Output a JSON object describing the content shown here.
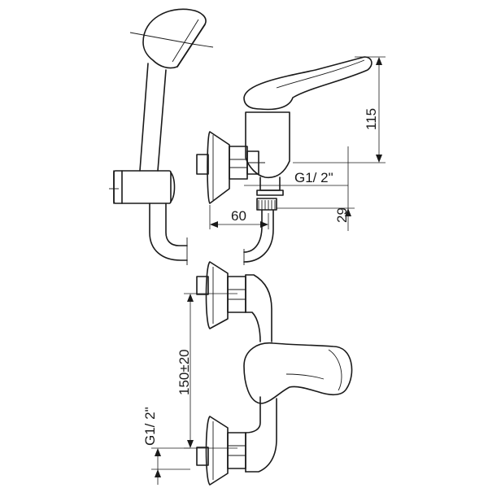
{
  "dimensions": {
    "height_mixer": "115",
    "thread_side": "G1/ 2\"",
    "outlet_height": "29",
    "projection": "60",
    "center_distance": "150±20",
    "thread_front": "G1/ 2\""
  }
}
